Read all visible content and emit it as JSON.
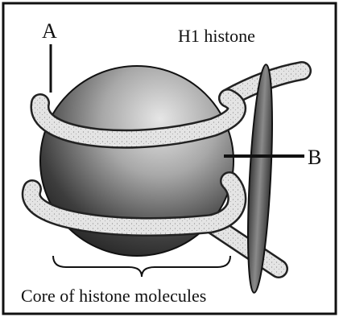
{
  "labels": {
    "a": "A",
    "b": "B",
    "h1": "H1 histone",
    "core": "Core of histone molecules"
  },
  "colors": {
    "frame": "#111111",
    "core_dark": "#2a2a2a",
    "core_light": "#e4e4e4",
    "dna_fill": "#e2e2e2",
    "dna_stroke": "#222222",
    "h1_fill": "#6d6d6d"
  }
}
